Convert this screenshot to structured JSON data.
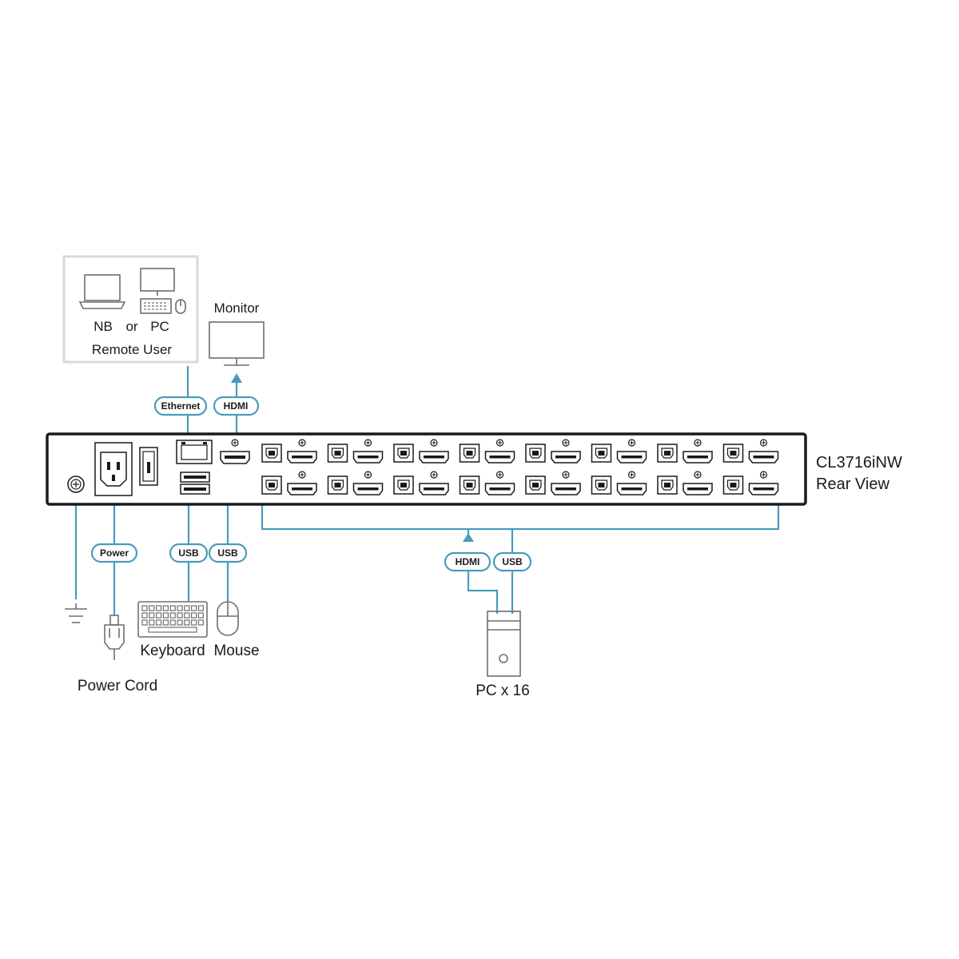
{
  "remote_user": {
    "nb_label": "NB",
    "or_label": "or",
    "pc_label": "PC",
    "title": "Remote User"
  },
  "monitor": {
    "label": "Monitor"
  },
  "device": {
    "model": "CL3716iNW",
    "view": "Rear View"
  },
  "connectors": {
    "ethernet": "Ethernet",
    "hdmi_monitor": "HDMI",
    "power": "Power",
    "usb_keyboard": "USB",
    "usb_mouse": "USB",
    "hdmi_pc": "HDMI",
    "usb_pc": "USB"
  },
  "peripherals": {
    "keyboard": "Keyboard",
    "mouse": "Mouse",
    "power_cord": "Power Cord",
    "pc": "PC x 16"
  },
  "colors": {
    "wire": "#4a9bbd",
    "device_outline": "#1a1a1a",
    "icon_gray": "#6e6e6e",
    "box_border": "#d8d8d8"
  },
  "icons": [
    "laptop-icon",
    "desktop-pc-icon",
    "monitor-icon",
    "ground-icon",
    "power-plug-icon",
    "keyboard-icon",
    "mouse-icon",
    "pc-tower-icon",
    "arrow-up-icon"
  ]
}
